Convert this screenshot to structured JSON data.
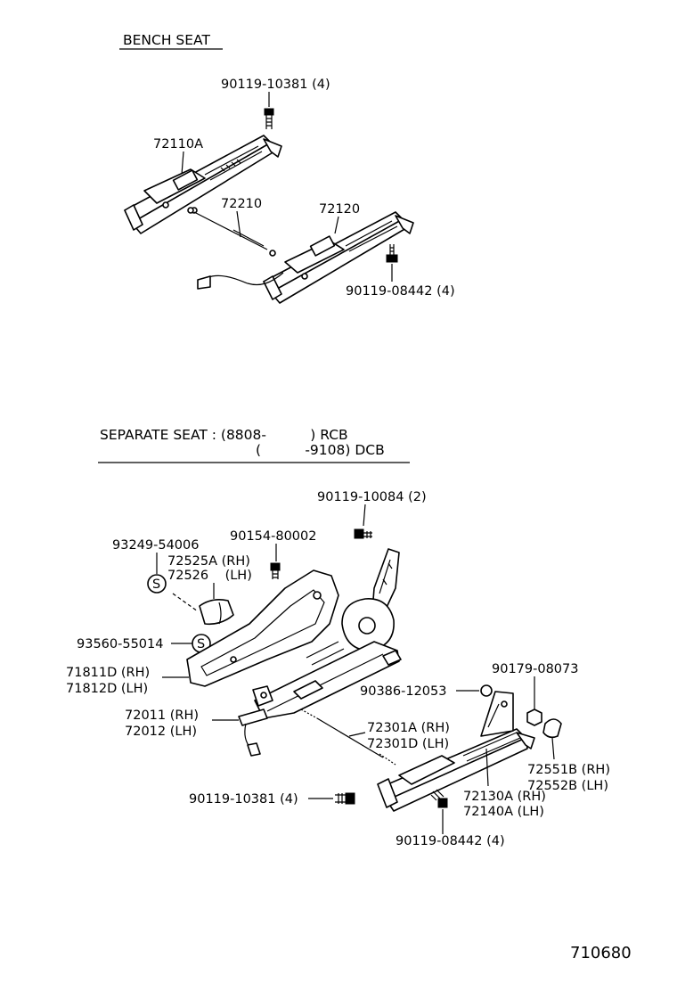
{
  "bench": {
    "heading": "BENCH SEAT",
    "labels": {
      "bolt_top": "90119-10381 (4)",
      "rail_left": "72110A",
      "cable": "72210",
      "rail_right": "72120",
      "bolt_bottom": "90119-08442 (4)"
    }
  },
  "separate": {
    "heading_line1": "SEPARATE SEAT : (8808-          ) RCB",
    "heading_line2": "(          -9108) DCB",
    "labels": {
      "l_90119_10084": "90119-10084 (2)",
      "l_93249": "93249-54006",
      "l_90154": "90154-80002",
      "l_72525a": "72525A (RH)",
      "l_72526": "72526    (LH)",
      "s_symbol_a": "S",
      "l_93560": "93560-55014",
      "s_symbol_b": "S",
      "l_71811d": "71811D (RH)",
      "l_71812d": "71812D (LH)",
      "l_90179": "90179-08073",
      "l_90386": "90386-12053",
      "l_72011": "72011 (RH)",
      "l_72012": "72012 (LH)",
      "l_72301a": "72301A (RH)",
      "l_72301d": "72301D (LH)",
      "l_72551b": "72551B (RH)",
      "l_72552b": "72552B (LH)",
      "l_90119_10381": "90119-10381 (4)",
      "l_72130a": "72130A (RH)",
      "l_72140a": "72140A (LH)",
      "l_90119_08442": "90119-08442 (4)"
    }
  },
  "footer": {
    "diagram_code": "710680"
  }
}
